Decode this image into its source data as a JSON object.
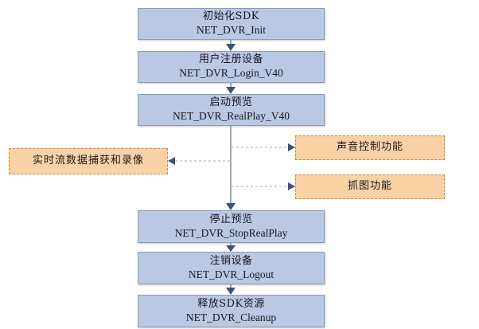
{
  "diagram": {
    "title": "Hikvision SDK preview flow",
    "background": "#ffffff",
    "colors": {
      "primary_fill": "#b9c8e3",
      "primary_border": "#8c9bb8",
      "branch_fill": "#fad2a6",
      "branch_border": "#c98a3c",
      "connector": "#9fabc0",
      "arrowhead": "#3d5374",
      "text": "#17171f"
    }
  },
  "nodes": {
    "init": {
      "cn": "初始化SDK",
      "en": "NET_DVR_Init"
    },
    "login": {
      "cn": "用户注册设备",
      "en": "NET_DVR_Login_V40"
    },
    "realplay": {
      "cn": "启动预览",
      "en": "NET_DVR_RealPlay_V40"
    },
    "stream_capture": {
      "cn": "实时流数据捕获和录像",
      "en": ""
    },
    "sound_control": {
      "cn": "声音控制功能",
      "en": ""
    },
    "snapshot": {
      "cn": "抓图功能",
      "en": ""
    },
    "stop": {
      "cn": "停止预览",
      "en": "NET_DVR_StopRealPlay"
    },
    "logout": {
      "cn": "注销设备",
      "en": "NET_DVR_Logout"
    },
    "cleanup": {
      "cn": "释放SDK资源",
      "en": "NET_DVR_Cleanup"
    }
  },
  "connectors": [
    {
      "from": "init",
      "to": "login",
      "style": "solid",
      "direction": "down"
    },
    {
      "from": "login",
      "to": "realplay",
      "style": "solid",
      "direction": "down"
    },
    {
      "from": "realplay",
      "to": "stop",
      "style": "solid",
      "direction": "down"
    },
    {
      "from": "realplay",
      "to": "sound_control",
      "style": "dashed",
      "direction": "right"
    },
    {
      "from": "realplay",
      "to": "stream_capture",
      "style": "dashed",
      "direction": "left"
    },
    {
      "from": "realplay",
      "to": "snapshot",
      "style": "dashed",
      "direction": "right"
    },
    {
      "from": "stop",
      "to": "logout",
      "style": "solid",
      "direction": "down"
    },
    {
      "from": "logout",
      "to": "cleanup",
      "style": "solid",
      "direction": "down"
    }
  ]
}
